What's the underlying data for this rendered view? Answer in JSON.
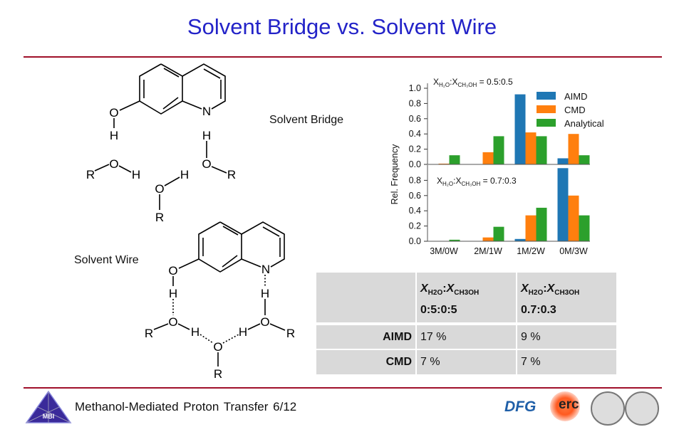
{
  "title": "Solvent Bridge vs. Solvent Wire",
  "labels": {
    "bridge": "Solvent Bridge",
    "wire": "Solvent Wire"
  },
  "atoms": {
    "O": "O",
    "H": "H",
    "N": "N",
    "R": "R"
  },
  "chart_data": {
    "type": "bar",
    "ylabel": "Rel. Frequency",
    "categories": [
      "3M/0W",
      "2M/1W",
      "1M/2W",
      "0M/3W"
    ],
    "legend": [
      "AIMD",
      "CMD",
      "Analytical"
    ],
    "legend_position": "top-right",
    "colors": [
      "#1f77b4",
      "#ff7f0e",
      "#2ca02c"
    ],
    "panels": [
      {
        "title_prefix": "X",
        "sub1": "H₂O",
        "sep": ":X",
        "sub2": "CH₃OH",
        "title_suffix": " = 0.5:0.5",
        "ylim": [
          0,
          1.0
        ],
        "yticks": [
          "0.0",
          "0.2",
          "0.4",
          "0.6",
          "0.8",
          "1.0"
        ],
        "series": [
          {
            "name": "AIMD",
            "values": [
              0,
              0,
              0.92,
              0.08
            ]
          },
          {
            "name": "CMD",
            "values": [
              0.01,
              0.16,
              0.42,
              0.4
            ]
          },
          {
            "name": "Analytical",
            "values": [
              0.12,
              0.37,
              0.37,
              0.12
            ]
          }
        ]
      },
      {
        "title_prefix": "X",
        "sub1": "H₂O",
        "sep": ":X",
        "sub2": "CH₃OH",
        "title_suffix": " = 0.7:0.3",
        "ylim": [
          0,
          1.0
        ],
        "yticks": [
          "0.0",
          "0.2",
          "0.4",
          "0.6",
          "0.8"
        ],
        "series": [
          {
            "name": "AIMD",
            "values": [
              0,
              0,
              0.03,
              0.96
            ]
          },
          {
            "name": "CMD",
            "values": [
              0,
              0.05,
              0.34,
              0.6
            ]
          },
          {
            "name": "Analytical",
            "values": [
              0.02,
              0.19,
              0.44,
              0.34
            ]
          }
        ]
      }
    ]
  },
  "table": {
    "header": {
      "x": "X",
      "colon": ":",
      "sub_h2o": "H2O",
      "sub_meoh": "CH3OH",
      "col1_ratio": "0:5:0:5",
      "col2_ratio": "0.7:0.3"
    },
    "rows": [
      {
        "label": "AIMD",
        "v1": "17 %",
        "v2": "9 %"
      },
      {
        "label": "CMD",
        "v1": "7 %",
        "v2": "7 %"
      }
    ]
  },
  "footer": {
    "text": "Methanol-Mediated Proton Transfer 6/12",
    "logos": {
      "mbi": "MBI",
      "dfg": "DFG",
      "erc": "erc"
    }
  }
}
